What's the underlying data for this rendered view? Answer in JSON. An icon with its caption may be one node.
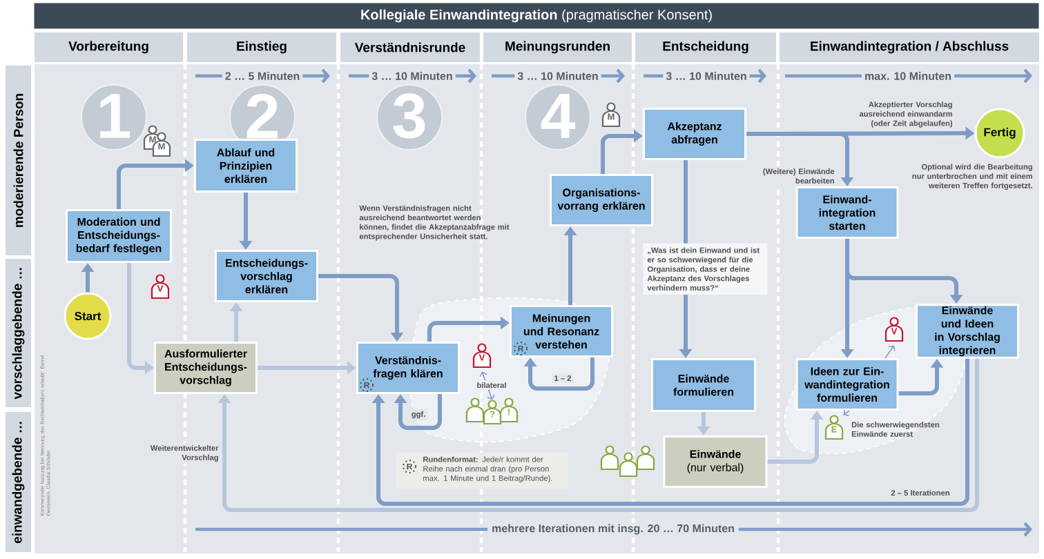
{
  "diagram": {
    "title": "**Kollegiale Einwandintegration** (pragmatischer Konsent)",
    "nodes": [
      {
        "text": [
          "Moderation und Entscheidungs- bedarf festlegen"
        ]
      },
      {
        "text": [
          "Start"
        ]
      },
      {
        "text": [
          "Ablauf und Prinzipien erklären"
        ]
      },
      {
        "text": [
          "Entscheidungs- vorschlag erklären"
        ]
      },
      {
        "text": [
          "Ausformulierter Entscheidungs- vorschlag"
        ]
      },
      {
        "text": [
          "Verständnis- fragen klären"
        ]
      },
      {
        "text": [
          "Meinungen und Resonanz verstehen"
        ]
      },
      {
        "text": [
          "Organisations- vorrang erklären"
        ]
      },
      {
        "text": [
          "Akzeptanz abfragen"
        ]
      },
      {
        "text": [
          "Fertig"
        ]
      },
      {
        "text": [
          "Einwände formulieren"
        ]
      },
      {
        "text": [
          "Einwände",
          "(nur verbal)"
        ]
      },
      {
        "text": [
          "Einwand- integration starten"
        ]
      },
      {
        "text": [
          "Ideen zur Ein- wandintegration formulieren"
        ]
      },
      {
        "text": [
          "Einwände und Ideen in Vorschlag integrieren"
        ]
      },
      {
        "text": [
          "V"
        ]
      },
      {
        "text": [
          "?"
        ]
      },
      {
        "text": [
          "V"
        ]
      },
      {
        "text": [
          "E"
        ],
        "beside": [
          "Die schwerwiegendsten Einwände zuerst"
        ]
      }
    ],
    "edges": [
      {
        "from": 1,
        "to": 0,
        "arrow": "to"
      },
      {
        "from": 0,
        "to": 2,
        "arrow": "to"
      },
      {
        "from": 0,
        "to": 4,
        "arrow": "to",
        "color": "#b7c6dc"
      },
      {
        "from": 2,
        "to": 3,
        "arrow": "to"
      },
      {
        "from": 4,
        "to": 3,
        "arrow": "to",
        "color": "#b7c6dc"
      },
      {
        "from": 3,
        "to": 5,
        "arrow": "to"
      },
      {
        "from": 4,
        "to": 5,
        "arrow": "to",
        "color": "#b7c6dc"
      },
      {
        "from": 5,
        "to": 5,
        "arrow": "to",
        "label": "ggf."
      },
      {
        "from": 5,
        "to": 6,
        "arrow": "to"
      },
      {
        "from": 6,
        "to": 6,
        "arrow": "to",
        "label": "1 – 2"
      },
      {
        "from": 6,
        "to": 7,
        "arrow": "to"
      },
      {
        "from": 7,
        "to": 8,
        "arrow": "to"
      },
      {
        "from": 8,
        "to": 9,
        "arrow": "to",
        "label": "Akzeptierter Vorschlag ausreichend einwandarm (oder Zeit abgelaufen)"
      },
      {
        "from": 8,
        "to": 12,
        "arrow": "to",
        "label": "(Weitere) Einwände bearbeiten"
      },
      {
        "from": 8,
        "to": 10,
        "arrow": "to"
      },
      {
        "from": 10,
        "to": 11,
        "arrow": "to",
        "color": "#b7c6dc"
      },
      {
        "from": 11,
        "to": 13,
        "arrow": "to",
        "color": "#b7c6dc"
      },
      {
        "from": 12,
        "to": 13,
        "arrow": "to"
      },
      {
        "from": 12,
        "to": 14,
        "arrow": "to"
      },
      {
        "from": 13,
        "to": 14,
        "arrow": "to"
      },
      {
        "from": 14,
        "to": 4,
        "arrow": "to",
        "label": "Weiterentwickelter Vorschlag",
        "color": "#b7c6dc"
      },
      {
        "from": 14,
        "to": 5,
        "arrow": "to",
        "label": "2 – 5 Iterationen"
      },
      {
        "from": 15,
        "to": 16,
        "arrow": "both",
        "label": "bilateral"
      },
      {
        "from": 13,
        "to": 17,
        "arrow": "to"
      },
      {
        "from": 13,
        "to": 18,
        "arrow": "to"
      }
    ],
    "labels": [
      "Vorbereitung",
      "Einstieg",
      "Verständnisrunde",
      "Meinungsrunden",
      "Entscheidung",
      "Einwandintegration / Abschluss",
      "moderierende Person",
      "vorschlaggebende …",
      "einwandgebende …",
      "2 … 5 Minuten",
      "3 … 10 Minuten",
      "3 … 10 Minuten",
      "3 … 10 Minuten",
      "max. 10 Minuten",
      "1",
      "2",
      "3",
      "4",
      "M",
      "M",
      "V",
      "Wenn Verständnisfragen nicht ausreichend beantwortet werden können, findet die Akzeptanzabfrage mit entsprechender Unsicherheit statt.",
      "R",
      "R",
      "M",
      "!",
      "„Was ist dein Einwand und ist er so schwerwiegend für die Organisation, dass er deine Akzeptanz des Vorschlages verhindern muss?“",
      "Optional wird die Bearbeitung nur unterbrochen und mit einem weiteren Treffen fortgesetzt.",
      "R",
      "**Rundenformat:** Jede/r kommt der Reihe nach einmal dran (pro Person max. 1 Minute und 1 Beitrag/Runde).",
      "Kommerzielle Nutzung bei Nennung des Rechteinhabers erlaubt: Bernd Oestereich, Claudia Schröder",
      "mehrere Iterationen mit insg. 20 … 70 Minuten"
    ]
  }
}
